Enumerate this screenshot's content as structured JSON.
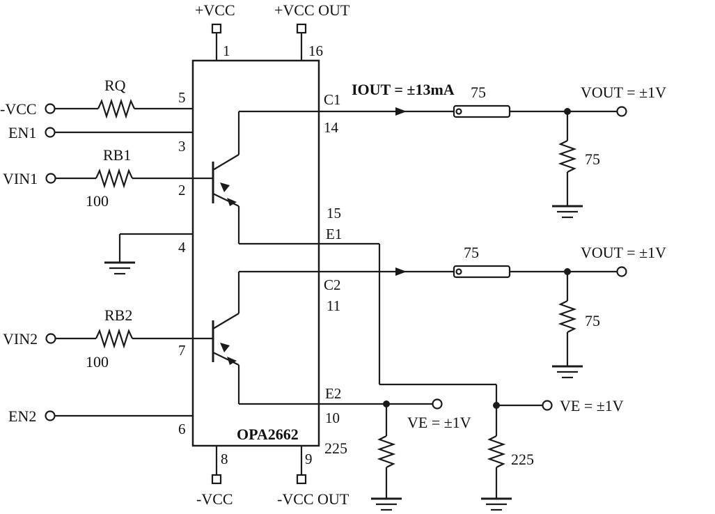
{
  "chip": {
    "name": "OPA2662"
  },
  "supply": {
    "vcc_pos": "+VCC",
    "vcc_out_pos": "+VCC OUT",
    "vcc_neg": "-VCC",
    "vcc_out_neg": "-VCC OUT"
  },
  "pins": {
    "p1": "1",
    "p16": "16",
    "p5": "5",
    "p3": "3",
    "p2": "2",
    "p4": "4",
    "p7": "7",
    "p6": "6",
    "p8": "8",
    "p9": "9",
    "p14": "14",
    "p15": "15",
    "p11": "11",
    "p10": "10"
  },
  "chip_labels": {
    "c1": "C1",
    "e1": "E1",
    "c2": "C2",
    "e2": "E2"
  },
  "left_inputs": {
    "neg_vcc": "-VCC",
    "en1": "EN1",
    "vin1": "VIN1",
    "vin2": "VIN2",
    "en2": "EN2"
  },
  "resistors": {
    "rq": "RQ",
    "rb1": "RB1",
    "rb1_value": "100",
    "rb2": "RB2",
    "rb2_value": "100",
    "r_c1_line": "75",
    "r_c1_load": "75",
    "r_c2_line": "75",
    "r_c2_load": "75",
    "r_e2": "225",
    "r_e1": "225"
  },
  "annotations": {
    "iout": "IOUT = ±13mA",
    "vout1": "VOUT = ±1V",
    "vout2": "VOUT = ±1V",
    "ve1": "VE = ±1V",
    "ve2": "VE = ±1V"
  }
}
